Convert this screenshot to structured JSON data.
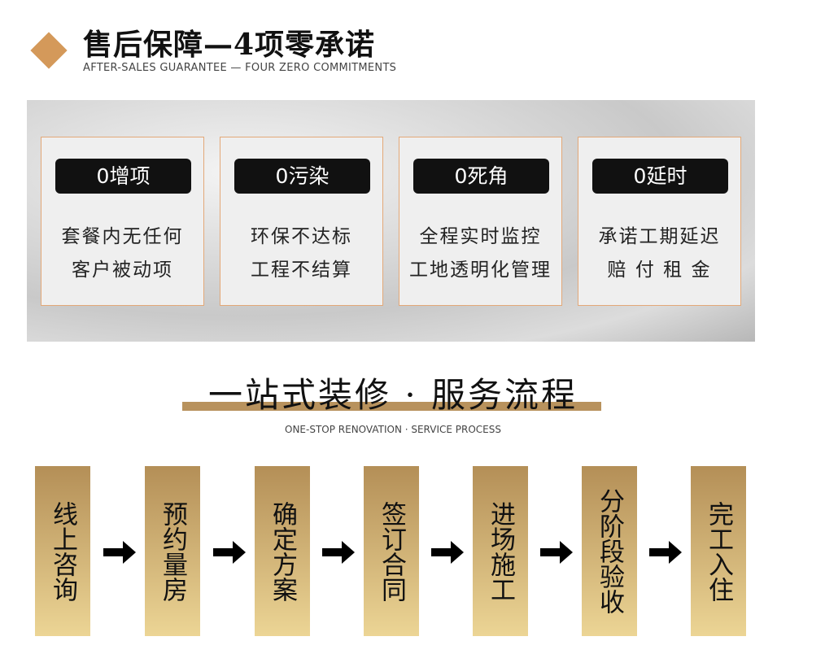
{
  "header": {
    "title": "售后保障—4项零承诺",
    "subtitle": "AFTER-SALES GUARANTEE — FOUR ZERO COMMITMENTS"
  },
  "commitments": [
    {
      "badge": "0增项",
      "line1": "套餐内无任何",
      "line2": "客户被动项"
    },
    {
      "badge": "0污染",
      "line1": "环保不达标",
      "line2": "工程不结算"
    },
    {
      "badge": "0死角",
      "line1": "全程实时监控",
      "line2": "工地透明化管理"
    },
    {
      "badge": "0延时",
      "line1": "承诺工期延迟",
      "line2": "赔 付 租 金"
    }
  ],
  "process": {
    "title": "一站式装修 · 服务流程",
    "subtitle": "ONE-STOP RENOVATION · SERVICE PROCESS",
    "steps": [
      "线上咨询",
      "预约量房",
      "确定方案",
      "签订合同",
      "进场施工",
      "分阶段验收",
      "完工入住"
    ]
  }
}
